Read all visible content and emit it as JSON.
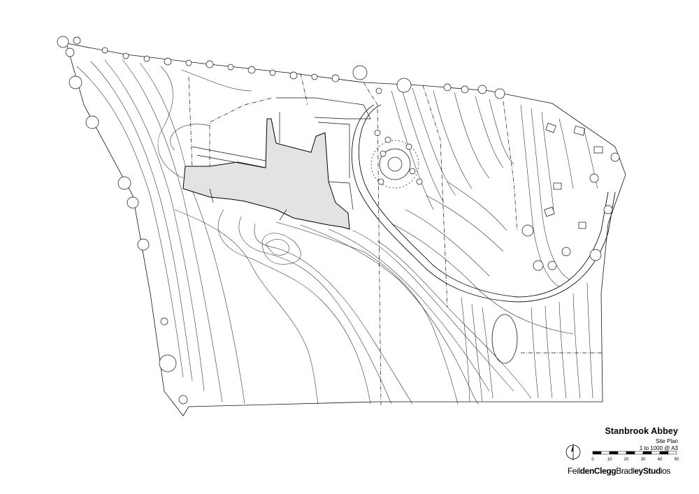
{
  "title_block": {
    "project": "Stanbrook Abbey",
    "drawing": "Site Plan",
    "scale": "1 to 1000 @ A3"
  },
  "scale_bar": {
    "ticks": [
      "0",
      "10",
      "20",
      "30",
      "40",
      "50"
    ]
  },
  "studio": {
    "parts": [
      {
        "text": "Feil",
        "weight": "light"
      },
      {
        "text": "den",
        "weight": "bold"
      },
      {
        "text": "Clegg",
        "weight": "bold"
      },
      {
        "text": "Bradl",
        "weight": "light"
      },
      {
        "text": "ey",
        "weight": "bold"
      },
      {
        "text": "Stud",
        "weight": "bold"
      },
      {
        "text": "ios",
        "weight": "light"
      }
    ]
  },
  "colors": {
    "ink": "#000000",
    "building_fill": "#e3e3e3",
    "paper": "#ffffff"
  },
  "icons": {
    "north": "north-arrow-icon",
    "tree": "tree-icon"
  }
}
